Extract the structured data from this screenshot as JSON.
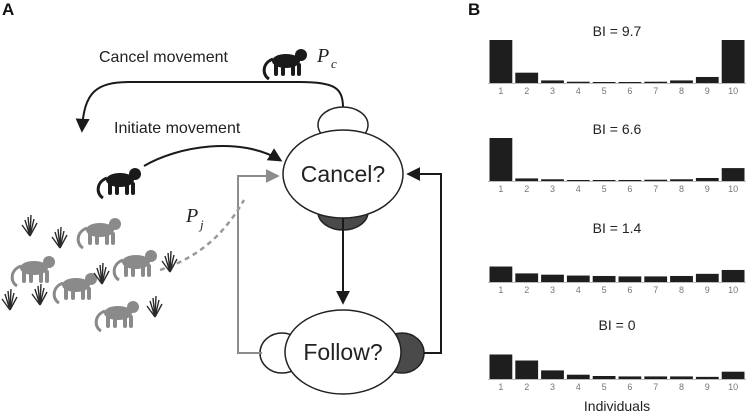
{
  "panel_a": {
    "label": "A",
    "cancel_movement": "Cancel movement",
    "p_c_main": "P",
    "p_c_sub": "c",
    "initiate_movement": "Initiate movement",
    "cancel_node": "Cancel?",
    "follow_node": "Follow?",
    "p_j_main": "P",
    "p_j_sub": "j"
  },
  "panel_b": {
    "label": "B",
    "xlabel": "Individuals"
  },
  "colors": {
    "bar": "#1e1e1e",
    "arrow_black": "#1a1a1a",
    "arrow_gray": "#8c8c8c",
    "dashed": "#9a9a9a",
    "monkey_black": "#1a1a1a",
    "monkey_gray": "#8a8a8a",
    "lobe_dark": "#4a4a4a"
  },
  "chart_data": [
    {
      "type": "bar",
      "title": "BI = 9.7",
      "categories": [
        "1",
        "2",
        "3",
        "4",
        "5",
        "6",
        "7",
        "8",
        "9",
        "10"
      ],
      "values": [
        1.0,
        0.24,
        0.06,
        0.03,
        0.02,
        0.02,
        0.03,
        0.06,
        0.14,
        1.0
      ],
      "ylim": [
        0,
        1
      ]
    },
    {
      "type": "bar",
      "title": "BI = 6.6",
      "categories": [
        "1",
        "2",
        "3",
        "4",
        "5",
        "6",
        "7",
        "8",
        "9",
        "10"
      ],
      "values": [
        1.0,
        0.06,
        0.04,
        0.02,
        0.01,
        0.02,
        0.03,
        0.04,
        0.07,
        0.3
      ],
      "ylim": [
        0,
        1
      ]
    },
    {
      "type": "bar",
      "title": "BI = 1.4",
      "categories": [
        "1",
        "2",
        "3",
        "4",
        "5",
        "6",
        "7",
        "8",
        "9",
        "10"
      ],
      "values": [
        0.36,
        0.2,
        0.17,
        0.15,
        0.14,
        0.13,
        0.13,
        0.14,
        0.19,
        0.28
      ],
      "ylim": [
        0,
        1
      ]
    },
    {
      "type": "bar",
      "title": "BI = 0",
      "categories": [
        "1",
        "2",
        "3",
        "4",
        "5",
        "6",
        "7",
        "8",
        "9",
        "10"
      ],
      "values": [
        0.57,
        0.43,
        0.2,
        0.1,
        0.07,
        0.06,
        0.06,
        0.06,
        0.05,
        0.17
      ],
      "ylim": [
        0,
        1
      ]
    }
  ]
}
